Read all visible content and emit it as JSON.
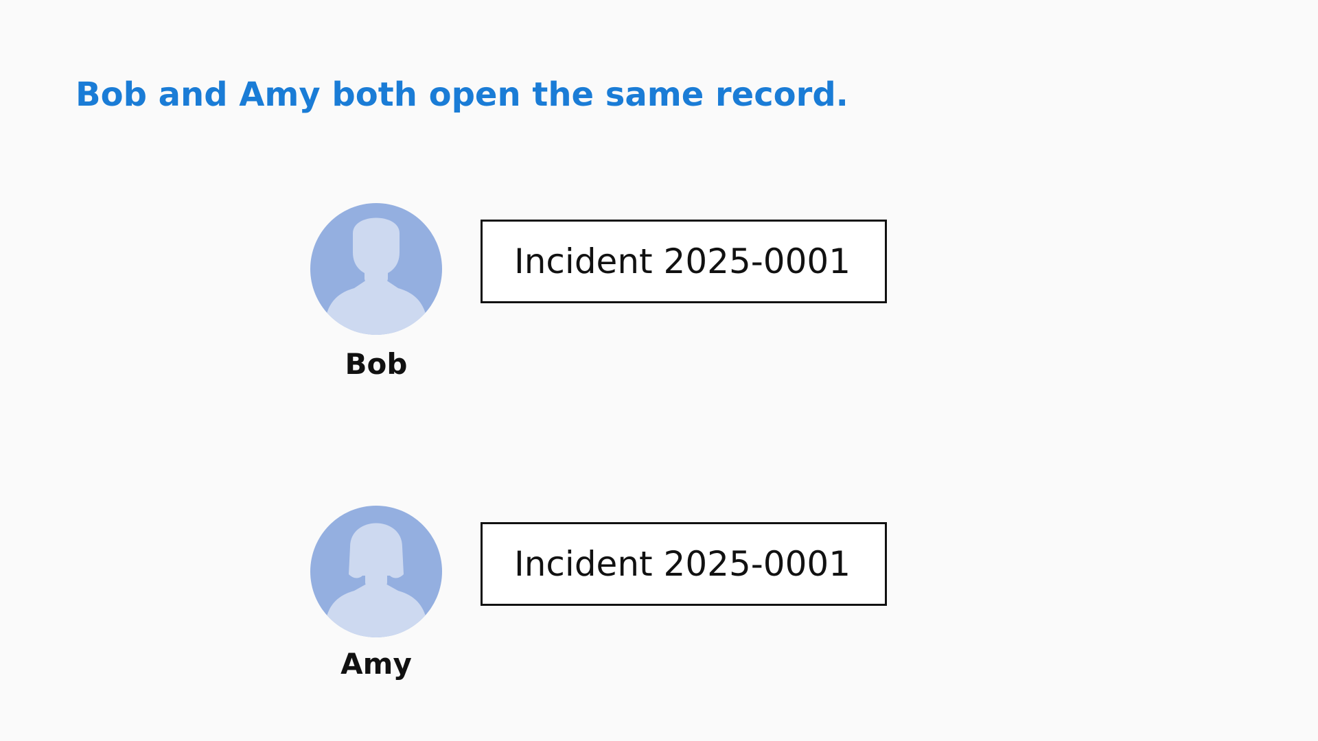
{
  "title": "Bob and Amy both open the same record.",
  "users": [
    {
      "name": "Bob",
      "avatar_icon": "male-user-icon",
      "record_label": "Incident 2025-0001"
    },
    {
      "name": "Amy",
      "avatar_icon": "female-user-icon",
      "record_label": "Incident 2025-0001"
    }
  ],
  "colors": {
    "title": "#1a7cd6",
    "avatar_circle": "#94afe0",
    "avatar_silhouette": "#cdd9f0",
    "text": "#111111",
    "background": "#fafafa"
  }
}
